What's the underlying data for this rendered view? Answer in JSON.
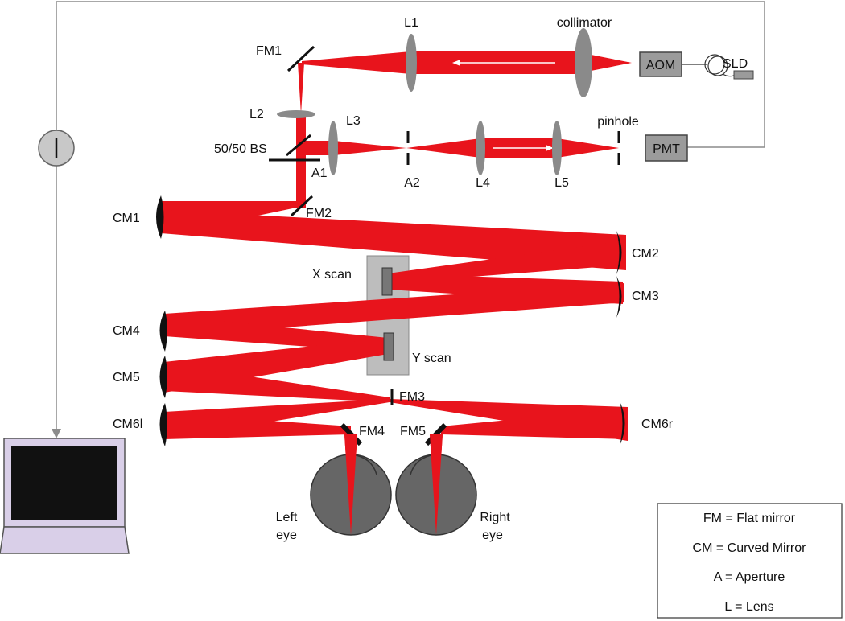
{
  "colors": {
    "beam": "#e8141c",
    "lens": "#8a8a8a",
    "box": "#9b9b9b",
    "wire": "#8c8c8c",
    "eye": "#666666",
    "laptop_frame": "#d9cfe8",
    "screen": "#111111",
    "scanner_panel": "#bdbdbd"
  },
  "components": {
    "sld": "SLD",
    "aom": "AOM",
    "collimator": "collimator",
    "l1": "L1",
    "fm1": "FM1",
    "l2": "L2",
    "l3": "L3",
    "bs": "50/50 BS",
    "a1": "A1",
    "a2": "A2",
    "l4": "L4",
    "l5": "L5",
    "pinhole": "pinhole",
    "pmt": "PMT",
    "fm2": "FM2",
    "cm1": "CM1",
    "cm2": "CM2",
    "cm3": "CM3",
    "cm4": "CM4",
    "cm5": "CM5",
    "cm6l": "CM6l",
    "cm6r": "CM6r",
    "x_scan": "X scan",
    "y_scan": "Y scan",
    "fm3": "FM3",
    "fm4": "FM4",
    "fm5": "FM5",
    "left_eye_line1": "Left",
    "left_eye_line2": "eye",
    "right_eye_line1": "Right",
    "right_eye_line2": "eye"
  },
  "legend": [
    "FM = Flat mirror",
    "CM = Curved Mirror",
    "A = Aperture",
    "L = Lens"
  ]
}
